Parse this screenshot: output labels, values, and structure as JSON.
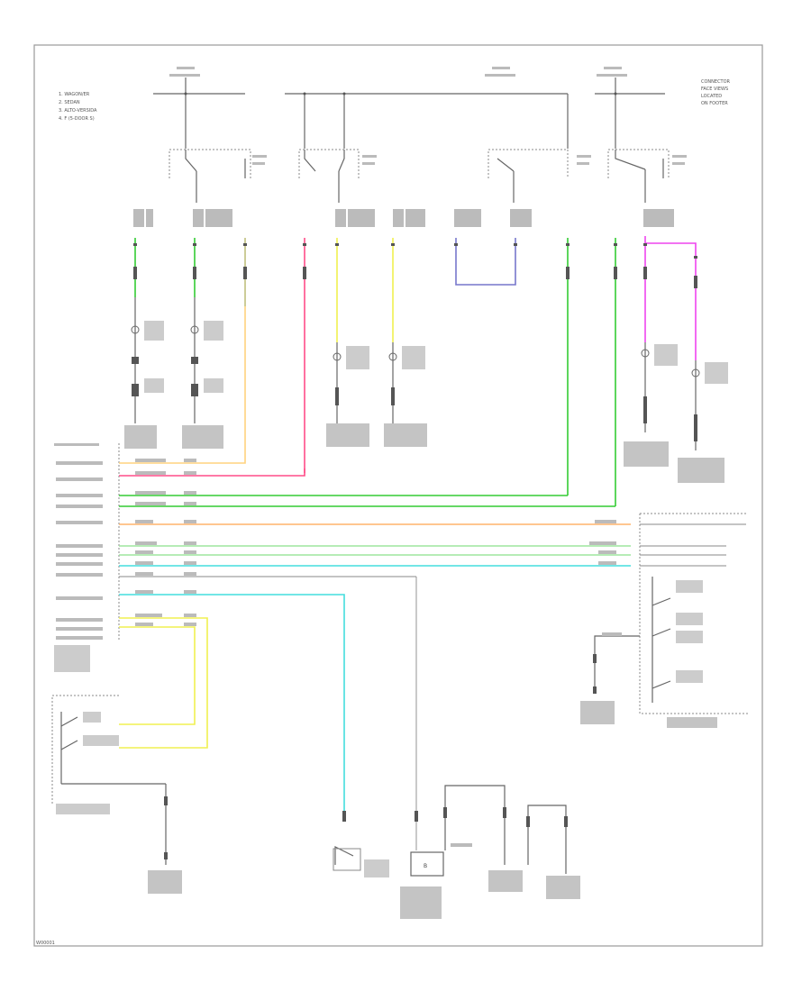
{
  "diagram": {
    "page_id": "W00001",
    "legend_items": [
      "1. WAGON/ER",
      "2. SEDAN",
      "3. ALTO-VERSIDA",
      "4. F (5-DOOR S)"
    ],
    "side_note_top_right": [
      "CONNECTOR",
      "FACE VIEWS",
      "LOCATED",
      "ON FOOTER"
    ],
    "colors": {
      "green": "#33cc33",
      "pink": "#ff4d88",
      "orange": "#ffb36b",
      "yellow": "#f0f050",
      "blue": "#7777cc",
      "magenta": "#ee44ee",
      "cyan": "#44dddd",
      "wire_black": "#555555"
    }
  }
}
